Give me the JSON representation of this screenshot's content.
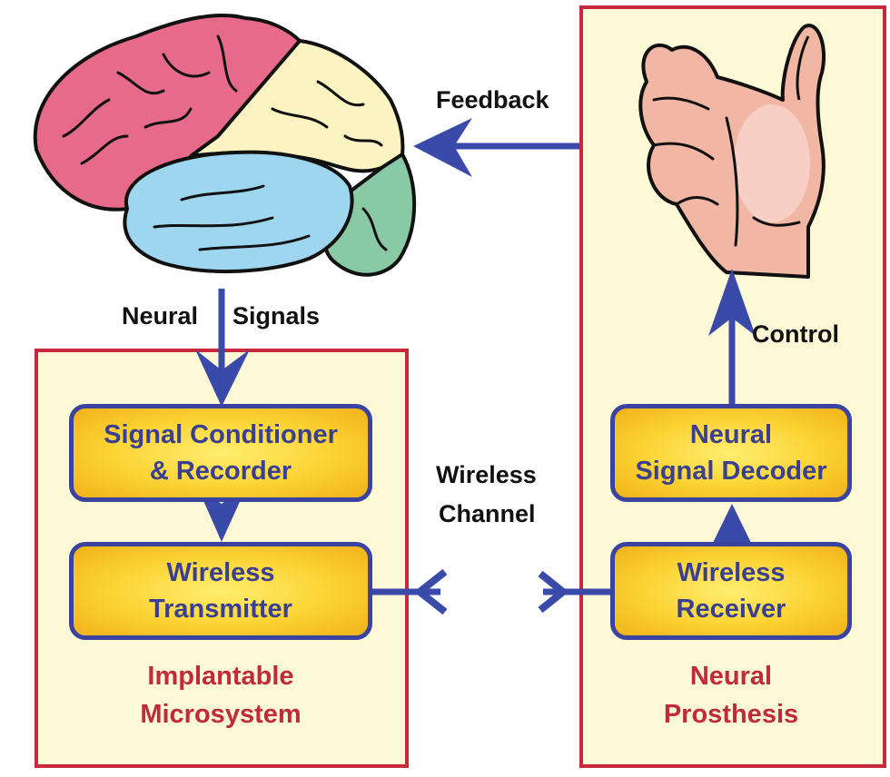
{
  "diagram": {
    "illustrations": {
      "brain": "brain-illustration",
      "hand": "hand-illustration"
    },
    "containers": {
      "implant": {
        "label_lines": [
          "Implantable",
          "Microsystem"
        ]
      },
      "prosthesis": {
        "label_lines": [
          "Neural",
          "Prosthesis"
        ]
      }
    },
    "blocks": {
      "conditioner": {
        "lines": [
          "Signal Conditioner",
          "& Recorder"
        ]
      },
      "transmitter": {
        "lines": [
          "Wireless",
          "Transmitter"
        ]
      },
      "decoder": {
        "lines": [
          "Neural",
          "Signal Decoder"
        ]
      },
      "receiver": {
        "lines": [
          "Wireless",
          "Receiver"
        ]
      }
    },
    "edge_labels": {
      "feedback": "Feedback",
      "neural_left": "Neural",
      "neural_right": "Signals",
      "wireless_line1": "Wireless",
      "wireless_line2": "Channel",
      "control": "Control"
    },
    "colors": {
      "arrow": "#3a4aa8",
      "container_border": "#c8283c",
      "container_fill": "#fdf8d6",
      "block_border": "#3a43a0",
      "block_fill": "#fbd232",
      "block_text": "#3a3f8f",
      "system_label": "#c02a3a"
    }
  }
}
